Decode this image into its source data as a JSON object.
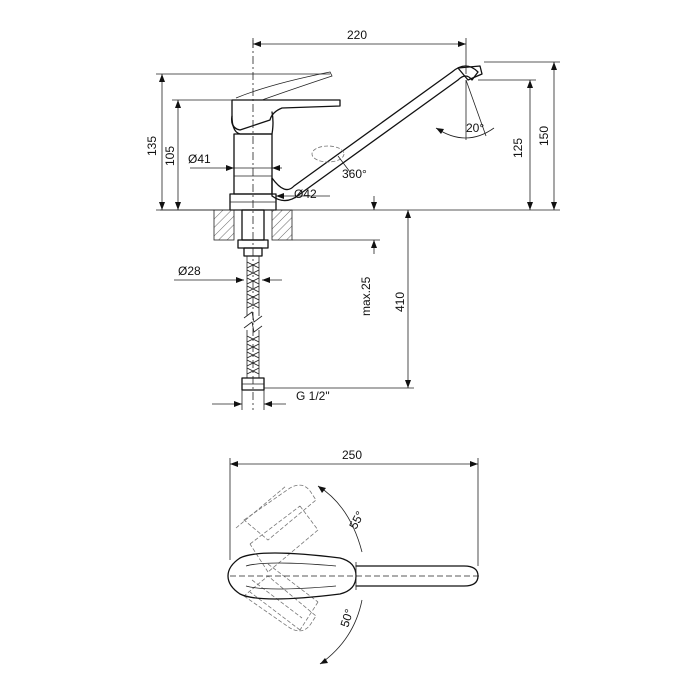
{
  "labels": {
    "d220": "220",
    "d135": "135",
    "d105": "105",
    "d150": "150",
    "d125": "125",
    "d41": "Ø41",
    "d42": "Ø42",
    "d28": "Ø28",
    "d360": "360°",
    "d20": "20°",
    "dmax25": "max.25",
    "d410": "410",
    "dg12": "G 1/2\"",
    "d250": "250",
    "d55": "55°",
    "d50": "50°"
  }
}
